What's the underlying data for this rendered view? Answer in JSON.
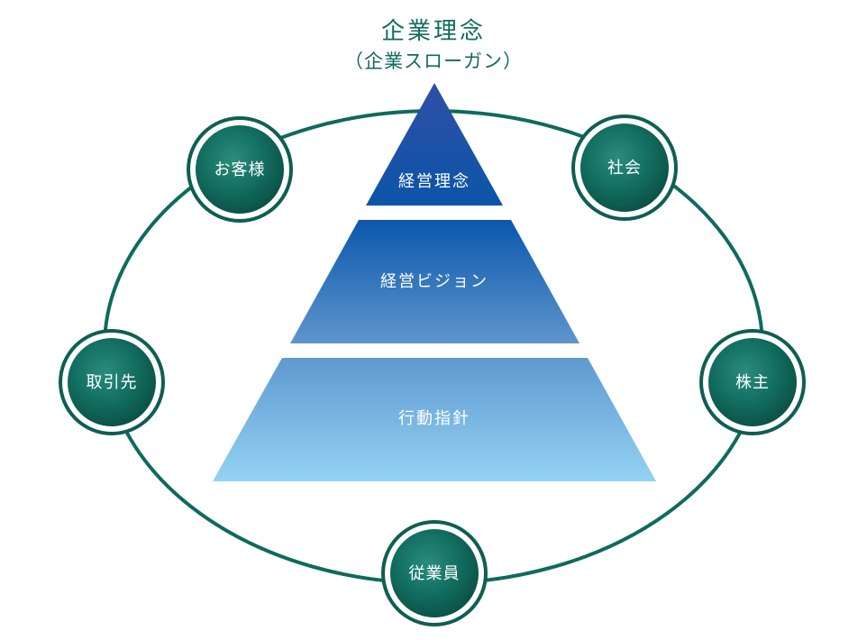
{
  "title": {
    "main": "企業理念",
    "sub": "（企業スローガン）"
  },
  "pyramid": {
    "levels": [
      {
        "label": "経営理念"
      },
      {
        "label": "経営ビジョン"
      },
      {
        "label": "行動指針"
      }
    ]
  },
  "stakeholders": [
    {
      "label": "お客様"
    },
    {
      "label": "社会"
    },
    {
      "label": "取引先"
    },
    {
      "label": "株主"
    },
    {
      "label": "従業員"
    }
  ],
  "colors": {
    "ring": "#0f6a5e",
    "node": "#0e5f52",
    "title": "#126b5f",
    "pyramid_top": "#1e3f9c",
    "pyramid_bottom": "#8fd2f3"
  }
}
